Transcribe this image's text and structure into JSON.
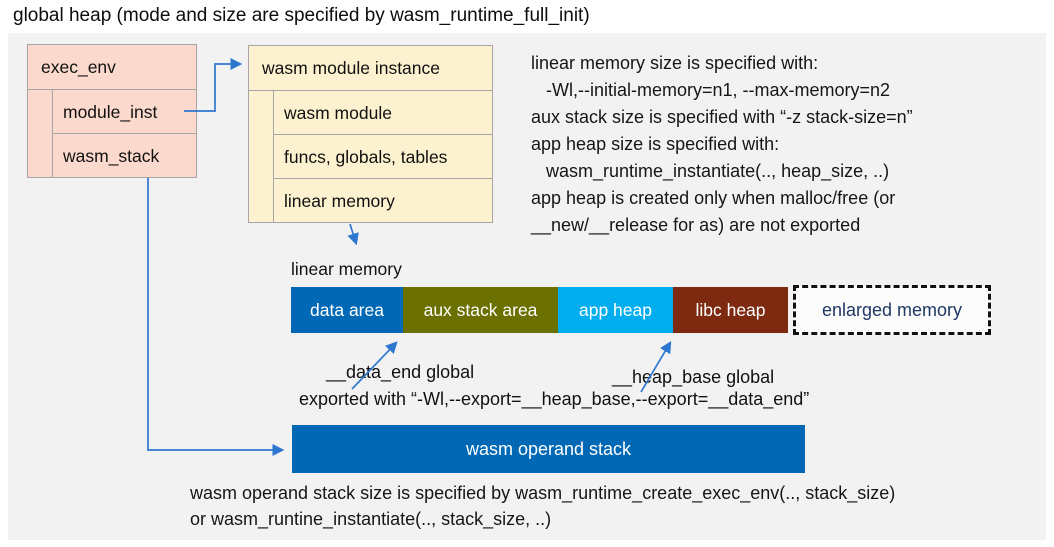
{
  "title": "global heap (mode and size are specified by wasm_runtime_full_init)",
  "exec_env": {
    "header": "exec_env",
    "rows": [
      "module_inst",
      "wasm_stack"
    ]
  },
  "module_instance": {
    "header": "wasm module instance",
    "rows": [
      "wasm module",
      "funcs, globals, tables",
      "linear memory"
    ]
  },
  "notes_right": {
    "lines": [
      "linear memory size is specified with:",
      "   -Wl,--initial-memory=n1, --max-memory=n2",
      "aux stack size is specified with “-z stack-size=n”",
      "app heap size is specified with:",
      "   wasm_runtime_instantiate(.., heap_size, ..)",
      "app heap is created only when malloc/free (or",
      "__new/__release for as) are not exported"
    ]
  },
  "linear_memory": {
    "label": "linear memory",
    "segments": [
      {
        "label": "data area",
        "color": "#0068b5"
      },
      {
        "label": "aux stack area",
        "color": "#6b7000"
      },
      {
        "label": "app heap",
        "color": "#00aeef"
      },
      {
        "label": "libc heap",
        "color": "#7e2a10"
      }
    ],
    "enlarged": {
      "label": "enlarged memory",
      "text_color": "#1f3864"
    }
  },
  "annotations": {
    "data_end": "__data_end global",
    "heap_base": "__heap_base global",
    "exported": "exported with “-Wl,--export=__heap_base,--export=__data_end”"
  },
  "operand_stack": {
    "label": "wasm operand stack",
    "color": "#0068b5"
  },
  "notes_bottom": {
    "lines": [
      "wasm operand stack size is specified by wasm_runtime_create_exec_env(.., stack_size)",
      "or wasm_runtine_instantiate(.., stack_size, ..)"
    ]
  },
  "colors": {
    "panel_bg": "#f2f2f2",
    "struct_pink": "#fbd9cc",
    "struct_cream": "#fdf2cf",
    "struct_border": "#a6a6a6",
    "arrow_blue": "#2e77d0",
    "enlarged_text": "#1f3864"
  }
}
